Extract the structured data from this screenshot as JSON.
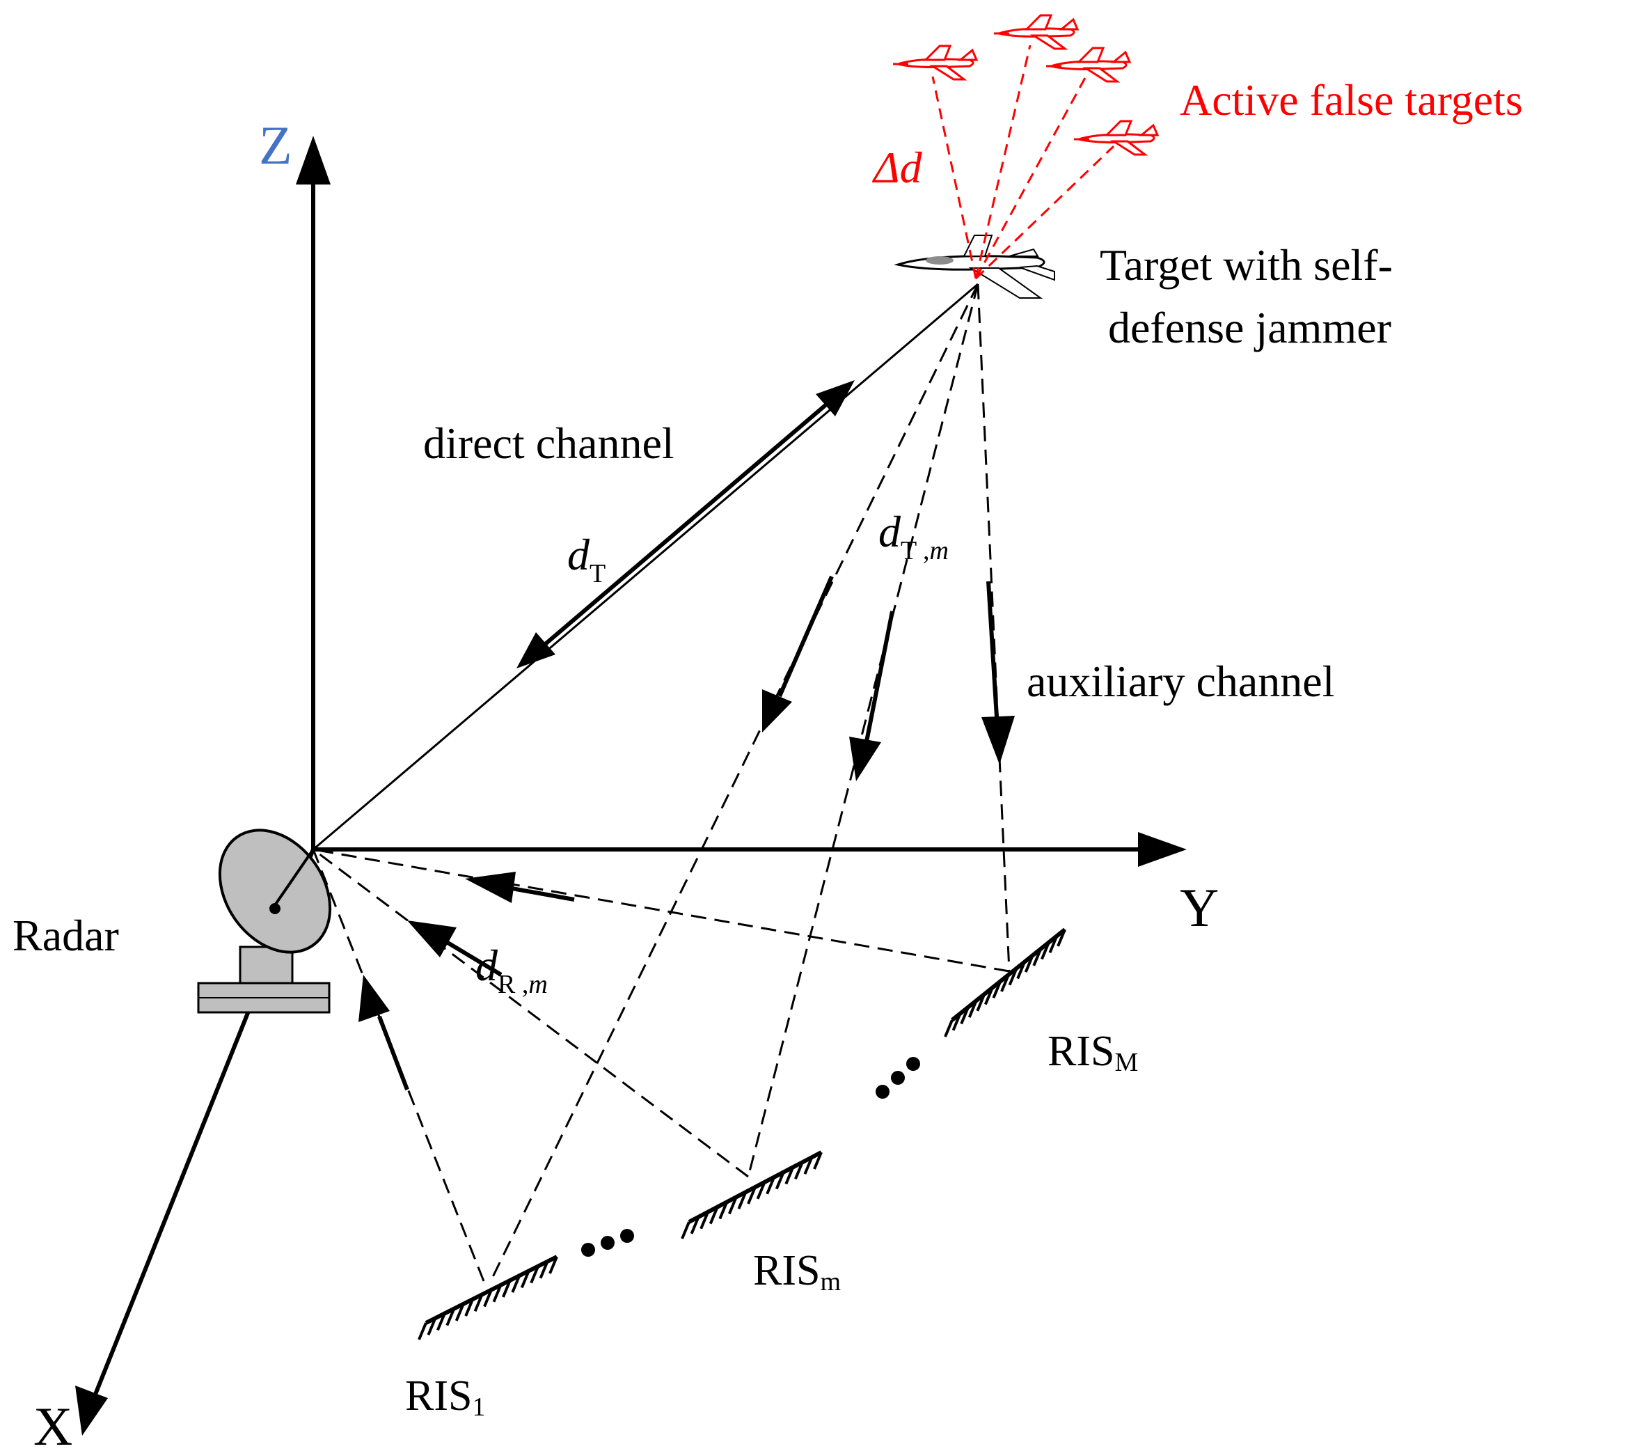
{
  "axes": {
    "z": "Z",
    "y": "Y",
    "x": "X"
  },
  "labels": {
    "radar": "Radar",
    "direct_channel": "direct channel",
    "auxiliary_channel": "auxiliary channel",
    "active_false_targets": "Active false targets",
    "target_line1": "Target with self-",
    "target_line2": "defense jammer",
    "delta_d": "Δd",
    "d_T": {
      "main": "d",
      "sub": "T"
    },
    "d_Tm": {
      "main": "d",
      "sub": "T ,",
      "sub_it": "m"
    },
    "d_Rm": {
      "main": "d",
      "sub": "R ,",
      "sub_it": "m"
    }
  },
  "ris": [
    {
      "main": "RIS",
      "sub": "1"
    },
    {
      "main": "RIS",
      "sub": "m"
    },
    {
      "main": "RIS",
      "sub": "M"
    }
  ],
  "ellipsis": "...",
  "colors": {
    "axis_z": "#4472c4",
    "jamming": "#ff0000",
    "ink": "#000000"
  }
}
